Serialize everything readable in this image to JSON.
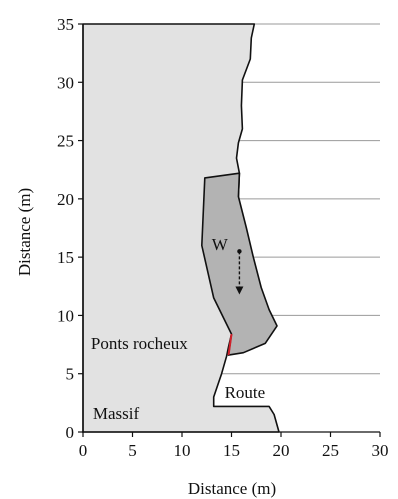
{
  "chart_data": {
    "type": "diagram",
    "x_label": "Distance (m)",
    "y_label": "Distance (m)",
    "x_range": [
      0,
      30
    ],
    "y_range": [
      0,
      35
    ],
    "x_ticks": [
      0,
      5,
      10,
      15,
      20,
      25,
      30
    ],
    "y_ticks": [
      0,
      5,
      10,
      15,
      20,
      25,
      30,
      35
    ],
    "grid": "horizontal",
    "regions": [
      {
        "name": "massif",
        "label": "Massif",
        "fill": "#e2e2e2",
        "outline": [
          [
            0,
            0
          ],
          [
            19.8,
            0
          ],
          [
            19.3,
            1.5
          ],
          [
            18.8,
            2.2
          ],
          [
            13.2,
            2.2
          ],
          [
            13.2,
            3.0
          ],
          [
            14.0,
            5.0
          ],
          [
            14.5,
            6.5
          ],
          [
            14.7,
            7.3
          ],
          [
            15.0,
            8.4
          ],
          [
            15.2,
            10.2
          ],
          [
            15.5,
            12.5
          ],
          [
            15.6,
            14.8
          ],
          [
            15.6,
            17.4
          ],
          [
            15.7,
            20.2
          ],
          [
            15.8,
            22.2
          ],
          [
            15.5,
            23.5
          ],
          [
            15.7,
            24.8
          ],
          [
            16.1,
            26.0
          ],
          [
            16.0,
            28.0
          ],
          [
            16.1,
            30.2
          ],
          [
            16.9,
            32.0
          ],
          [
            17.0,
            33.8
          ],
          [
            17.3,
            35
          ],
          [
            0,
            35
          ]
        ]
      },
      {
        "name": "unstable-block",
        "label": "W",
        "fill": "#b3b3b3",
        "outline": [
          [
            12.3,
            21.8
          ],
          [
            15.8,
            22.2
          ],
          [
            15.7,
            20.2
          ],
          [
            16.5,
            17.5
          ],
          [
            17.2,
            15.0
          ],
          [
            18.0,
            12.4
          ],
          [
            18.8,
            10.5
          ],
          [
            19.6,
            9.1
          ],
          [
            18.4,
            7.6
          ],
          [
            16.2,
            6.8
          ],
          [
            14.7,
            6.6
          ],
          [
            15.0,
            8.4
          ],
          [
            13.2,
            11.5
          ],
          [
            12.0,
            16.0
          ],
          [
            12.3,
            21.8
          ]
        ]
      }
    ],
    "annotations": [
      {
        "name": "ponts-rocheux",
        "text": "Ponts rocheux",
        "x": 0.8,
        "y": 7.1
      },
      {
        "name": "route",
        "text": "Route",
        "x": 14.3,
        "y": 2.9
      },
      {
        "name": "massif",
        "text": "Massif",
        "x": 1.0,
        "y": 1.1
      },
      {
        "name": "weight",
        "text": "W",
        "x": 13.0,
        "y": 15.6
      }
    ],
    "rock_bridges": {
      "color": "#d0202a",
      "points": [
        [
          14.7,
          6.6
        ],
        [
          15.0,
          8.4
        ]
      ]
    },
    "weight_vector": {
      "x": 15.8,
      "y_from": 15.5,
      "y_to": 11.8
    }
  }
}
